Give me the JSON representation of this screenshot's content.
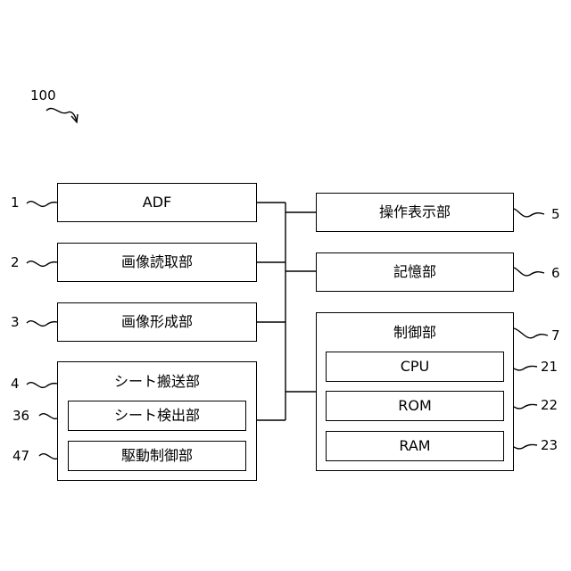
{
  "figure_label": "100",
  "blocks": {
    "adf": "ADF",
    "image_reader": "画像読取部",
    "image_former": "画像形成部",
    "sheet_conveyor": "シート搬送部",
    "sheet_detector": "シート検出部",
    "drive_controller": "駆動制御部",
    "operation_display": "操作表示部",
    "storage": "記憶部",
    "controller": "制御部",
    "cpu": "CPU",
    "rom": "ROM",
    "ram": "RAM"
  },
  "refs": {
    "adf": "1",
    "image_reader": "2",
    "image_former": "3",
    "sheet_conveyor": "4",
    "sheet_detector": "36",
    "drive_controller": "47",
    "operation_display": "5",
    "storage": "6",
    "controller": "7",
    "cpu": "21",
    "rom": "22",
    "ram": "23"
  }
}
